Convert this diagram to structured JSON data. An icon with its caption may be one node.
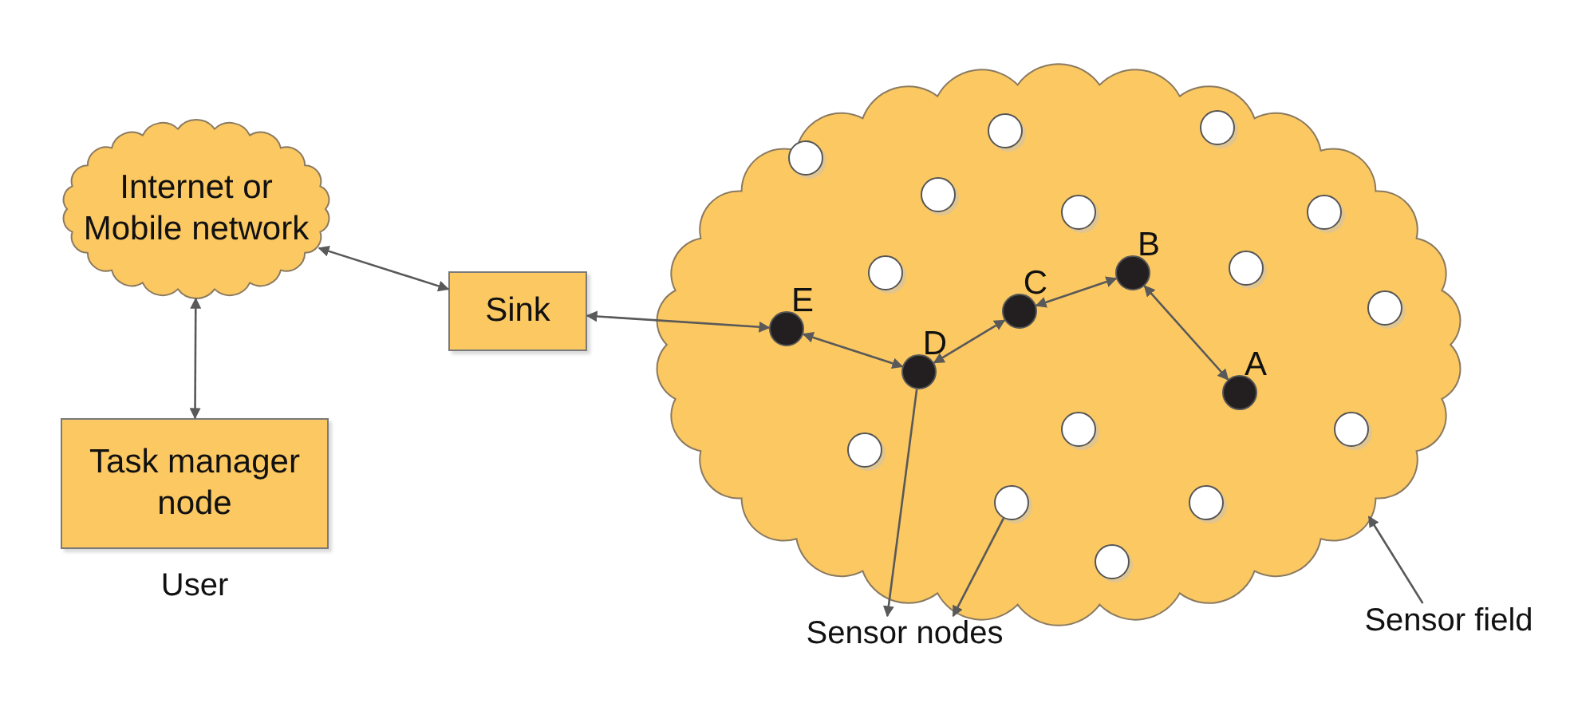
{
  "diagram": {
    "nodes": [
      {
        "text": [
          "Internet or Mobile network"
        ]
      },
      {
        "text": [
          "Sink"
        ]
      },
      {
        "text": [
          "Task manager node"
        ],
        "beside": [
          "User"
        ]
      },
      {
        "text": [],
        "shape": "cloud"
      },
      {
        "text": [
          "E"
        ],
        "in": 3
      },
      {
        "text": [
          "D"
        ],
        "in": 3
      },
      {
        "text": [
          "C"
        ],
        "in": 3
      },
      {
        "text": [
          "B"
        ],
        "in": 3
      },
      {
        "text": [
          "A"
        ],
        "in": 3
      },
      {
        "text": [],
        "shape": "circle",
        "in": 3
      },
      {
        "text": [],
        "shape": "circle",
        "in": 3
      },
      {
        "text": [],
        "shape": "circle",
        "in": 3
      },
      {
        "text": [],
        "shape": "circle",
        "in": 3
      },
      {
        "text": [],
        "shape": "circle",
        "in": 3
      },
      {
        "text": [],
        "shape": "circle",
        "in": 3
      },
      {
        "text": [],
        "shape": "circle",
        "in": 3
      },
      {
        "text": [],
        "shape": "circle",
        "in": 3
      },
      {
        "text": [],
        "shape": "circle",
        "in": 3
      },
      {
        "text": [],
        "shape": "circle",
        "in": 3
      },
      {
        "text": [],
        "shape": "circle",
        "in": 3
      },
      {
        "text": [],
        "shape": "circle",
        "in": 3
      },
      {
        "text": [],
        "shape": "circle",
        "in": 3
      },
      {
        "text": [],
        "shape": "circle",
        "in": 3
      },
      {
        "text": [],
        "shape": "circle",
        "in": 3
      },
      {
        "text": [
          "Sensor nodes"
        ]
      },
      {
        "text": [
          "Sensor field"
        ]
      }
    ],
    "edges": [
      {
        "from": 0,
        "to": 1,
        "arrow": "both"
      },
      {
        "from": 0,
        "to": 2,
        "arrow": "both"
      },
      {
        "from": 1,
        "to": 4,
        "arrow": "both"
      },
      {
        "from": 4,
        "to": 5,
        "arrow": "both"
      },
      {
        "from": 5,
        "to": 6,
        "arrow": "both"
      },
      {
        "from": 6,
        "to": 7,
        "arrow": "both"
      },
      {
        "from": 7,
        "to": 8,
        "arrow": "both"
      },
      {
        "from": 5,
        "to": 24,
        "arrow": "to"
      },
      {
        "from": 21,
        "to": 24,
        "arrow": "to"
      },
      {
        "from": 25,
        "to": 3,
        "arrow": "to"
      }
    ]
  }
}
